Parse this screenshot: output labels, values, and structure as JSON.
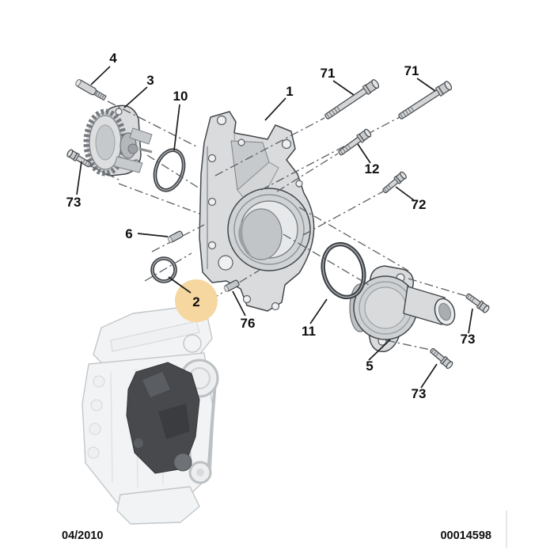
{
  "callouts": [
    {
      "label": "4"
    },
    {
      "label": "3"
    },
    {
      "label": "10"
    },
    {
      "label": "1"
    },
    {
      "label": "71"
    },
    {
      "label": "71"
    },
    {
      "label": "12"
    },
    {
      "label": "72"
    },
    {
      "label": "73"
    },
    {
      "label": "6"
    },
    {
      "label": "2",
      "highlighted": true
    },
    {
      "label": "76"
    },
    {
      "label": "11"
    },
    {
      "label": "5"
    },
    {
      "label": "73"
    },
    {
      "label": "73"
    }
  ],
  "footer": {
    "date": "04/2010",
    "diagram_number": "00014598"
  },
  "colors": {
    "background": "#ffffff",
    "highlight": "#f6d7a0",
    "part_fill": "#d9dbdd",
    "part_outline": "#43474b",
    "dash_line": "#5d6064",
    "label_text": "#0f0f0f"
  }
}
